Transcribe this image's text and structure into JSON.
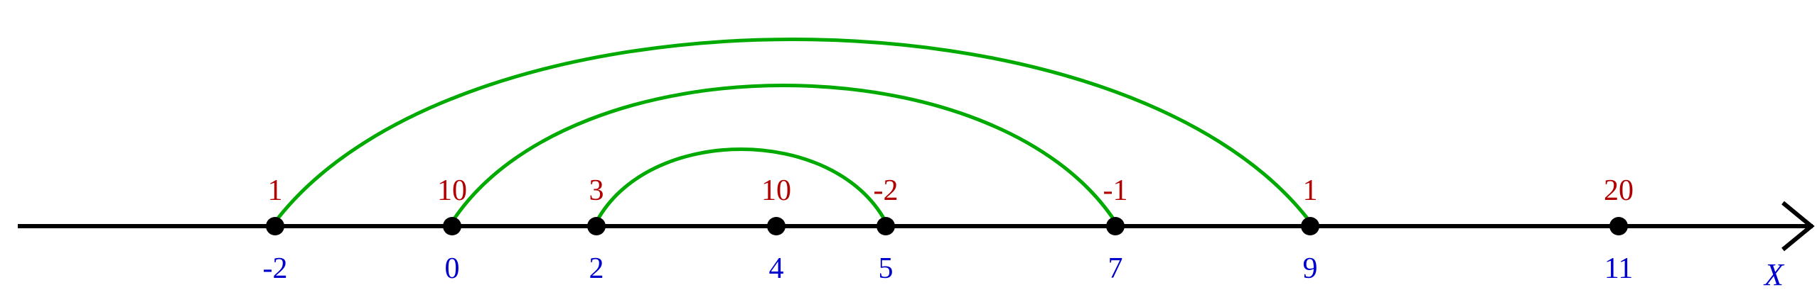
{
  "axis": {
    "label": "X",
    "line_color": "#000000",
    "coord_color": "#0000cc",
    "value_color": "#b00000",
    "arc_color": "#00aa00"
  },
  "points": [
    {
      "coord": "-2",
      "value": "1"
    },
    {
      "coord": "0",
      "value": "10"
    },
    {
      "coord": "2",
      "value": "3"
    },
    {
      "coord": "4",
      "value": "10"
    },
    {
      "coord": "5",
      "value": "-2"
    },
    {
      "coord": "7",
      "value": "-1"
    },
    {
      "coord": "9",
      "value": "1"
    },
    {
      "coord": "11",
      "value": "20"
    }
  ],
  "arcs": [
    {
      "from": "-2",
      "to": "9"
    },
    {
      "from": "0",
      "to": "7"
    },
    {
      "from": "2",
      "to": "5"
    }
  ]
}
